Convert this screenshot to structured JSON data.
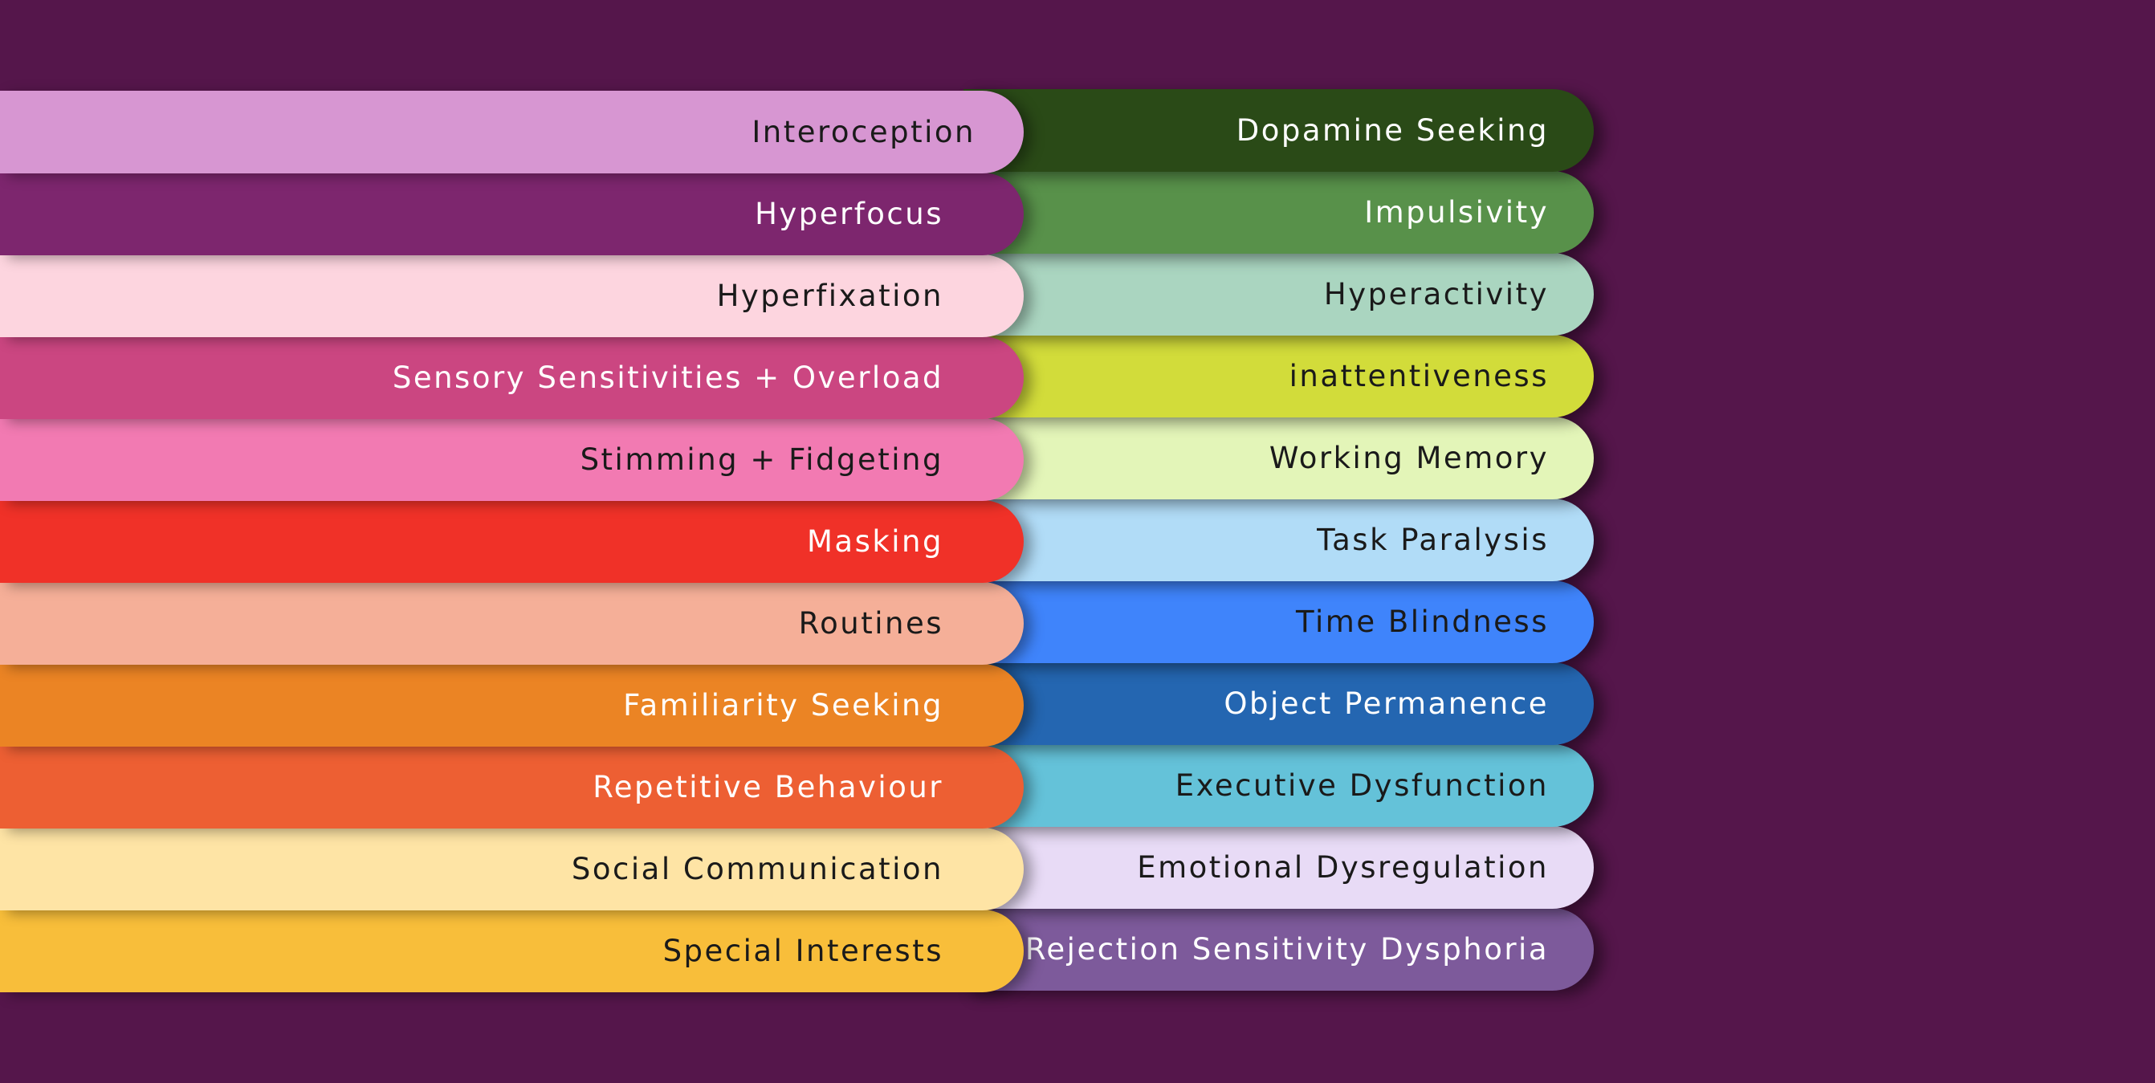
{
  "left": [
    {
      "label": "Interoception",
      "bg": "#d796d2",
      "fg": "#1a1a1a"
    },
    {
      "label": "Hyperfocus",
      "bg": "#7d266e",
      "fg": "#ffffff"
    },
    {
      "label": "Hyperfixation",
      "bg": "#fdd5df",
      "fg": "#1a1a1a"
    },
    {
      "label": "Sensory Sensitivities + Overload",
      "bg": "#cb4681",
      "fg": "#ffffff"
    },
    {
      "label": "Stimming + Fidgeting",
      "bg": "#f27ab2",
      "fg": "#1a1a1a"
    },
    {
      "label": "Masking",
      "bg": "#f03128",
      "fg": "#ffffff"
    },
    {
      "label": "Routines",
      "bg": "#f5af98",
      "fg": "#1a1a1a"
    },
    {
      "label": "Familiarity Seeking",
      "bg": "#eb8424",
      "fg": "#ffffff"
    },
    {
      "label": "Repetitive Behaviour",
      "bg": "#ed5f33",
      "fg": "#ffffff"
    },
    {
      "label": "Social Communication",
      "bg": "#fee4a5",
      "fg": "#1a1a1a"
    },
    {
      "label": "Special Interests",
      "bg": "#f8be3a",
      "fg": "#1a1a1a"
    }
  ],
  "right": [
    {
      "label": "Dopamine Seeking",
      "bg": "#2a4a17",
      "fg": "#ffffff"
    },
    {
      "label": "Impulsivity",
      "bg": "#58914a",
      "fg": "#ffffff"
    },
    {
      "label": "Hyperactivity",
      "bg": "#aad5c0",
      "fg": "#1a1a1a"
    },
    {
      "label": "inattentiveness",
      "bg": "#d2dc3a",
      "fg": "#1a1a1a"
    },
    {
      "label": "Working Memory",
      "bg": "#e3f5b8",
      "fg": "#1a1a1a"
    },
    {
      "label": "Task Paralysis",
      "bg": "#b1dcf7",
      "fg": "#1a1a1a"
    },
    {
      "label": "Time Blindness",
      "bg": "#3f84fb",
      "fg": "#1a1a1a"
    },
    {
      "label": "Object Permanence",
      "bg": "#2466b1",
      "fg": "#ffffff"
    },
    {
      "label": "Executive Dysfunction",
      "bg": "#64c2d9",
      "fg": "#1a1a1a"
    },
    {
      "label": "Emotional Dysregulation",
      "bg": "#e8dbf6",
      "fg": "#1a1a1a"
    },
    {
      "label": "Rejection Sensitivity Dysphoria",
      "bg": "#7d5a9b",
      "fg": "#ffffff"
    }
  ]
}
